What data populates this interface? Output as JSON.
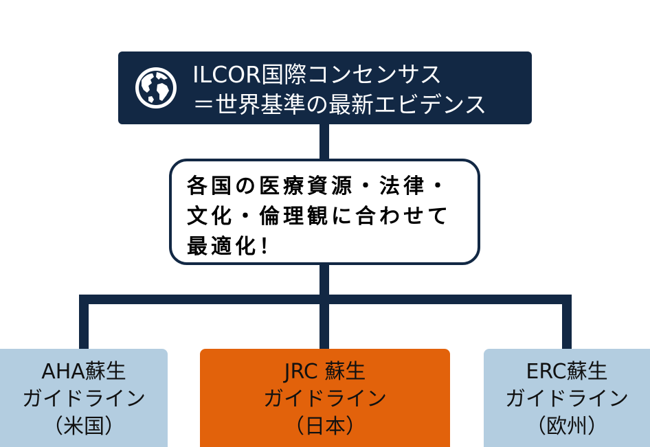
{
  "colors": {
    "navy": "#122844",
    "light_blue": "#b3cde0",
    "orange": "#e2620b",
    "white": "#ffffff"
  },
  "top": {
    "icon": "globe-icon",
    "line1": "ILCOR国際コンセンサス",
    "line2": "＝世界基準の最新エビデンス"
  },
  "middle": {
    "line1": "各国の医療資源・法律・",
    "line2": "文化・倫理観に合わせて",
    "line3": "最適化！"
  },
  "leaves": [
    {
      "line1": "AHA蘇生",
      "line2": "ガイドライン",
      "line3": "（米国）"
    },
    {
      "line1": "JRC 蘇生",
      "line2": "ガイドライン",
      "line3": "（日本）"
    },
    {
      "line1": "ERC蘇生",
      "line2": "ガイドライン",
      "line3": "（欧州）"
    }
  ]
}
